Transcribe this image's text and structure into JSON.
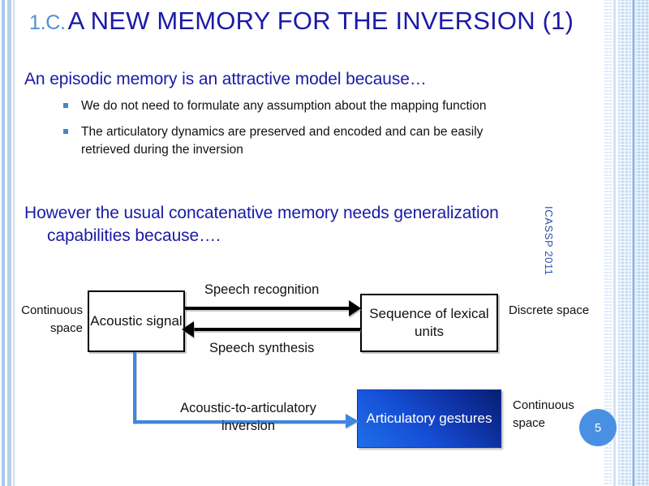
{
  "slide": {
    "title_index": "1.C.",
    "title_main": "A NEW MEMORY FOR THE INVERSION (1)",
    "page_number": "5",
    "sidebar_text": "ICASSP 2011",
    "accent_color": "#1a1aa8",
    "index_color": "#4f8fd6",
    "page_badge_color": "#4a90e2",
    "box_fill_color": "#1650d8"
  },
  "body": {
    "lead_1": "An episodic memory is an attractive model because…",
    "bullets": [
      "We do not need to formulate any assumption about the mapping function",
      "The articulatory dynamics are preserved and encoded and can be easily retrieved during the inversion"
    ],
    "lead_2_line_1": "However the usual concatenative memory needs generalization",
    "lead_2_line_2": "capabilities because…."
  },
  "diagram": {
    "box_acoustic": "Acoustic signal",
    "box_lexical": "Sequence of lexical units",
    "box_articulatory": "Articulatory gestures",
    "label_continuous_left": "Continuous space",
    "label_discrete": "Discrete space",
    "label_continuous_right": "Continuous space",
    "arrow_speech_recognition": "Speech recognition",
    "arrow_speech_synthesis": "Speech synthesis",
    "arrow_inversion": "Acoustic-to-articulatory inversion"
  }
}
